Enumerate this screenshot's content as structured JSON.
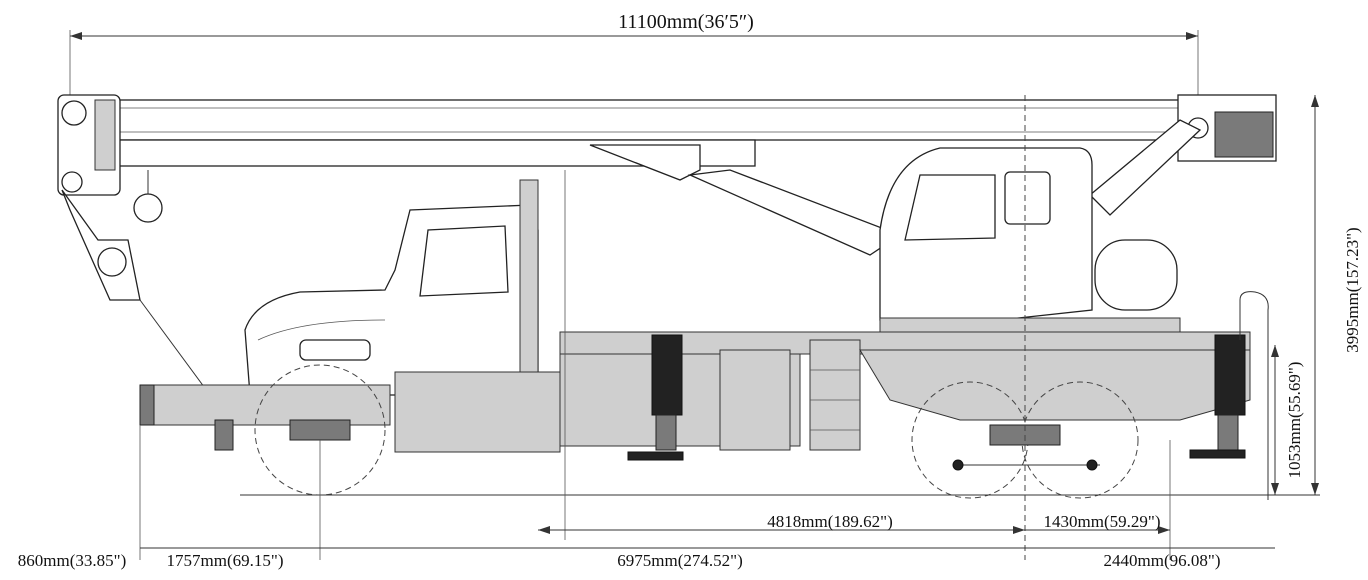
{
  "dimensions": {
    "overall_length": "11100mm(36′5″)",
    "overall_height": "3995mm(157.23\")",
    "outrigger_height": "1053mm(55.69\")",
    "front_overhang": "860mm(33.85\")",
    "front_axle_offset": "1757mm(69.15\")",
    "wheelbase": "6975mm(274.52\")",
    "outrigger_span": "4818mm(189.62\")",
    "rear_axle_spacing": "1430mm(59.29\")",
    "rear_overhang": "2440mm(96.08\")"
  }
}
